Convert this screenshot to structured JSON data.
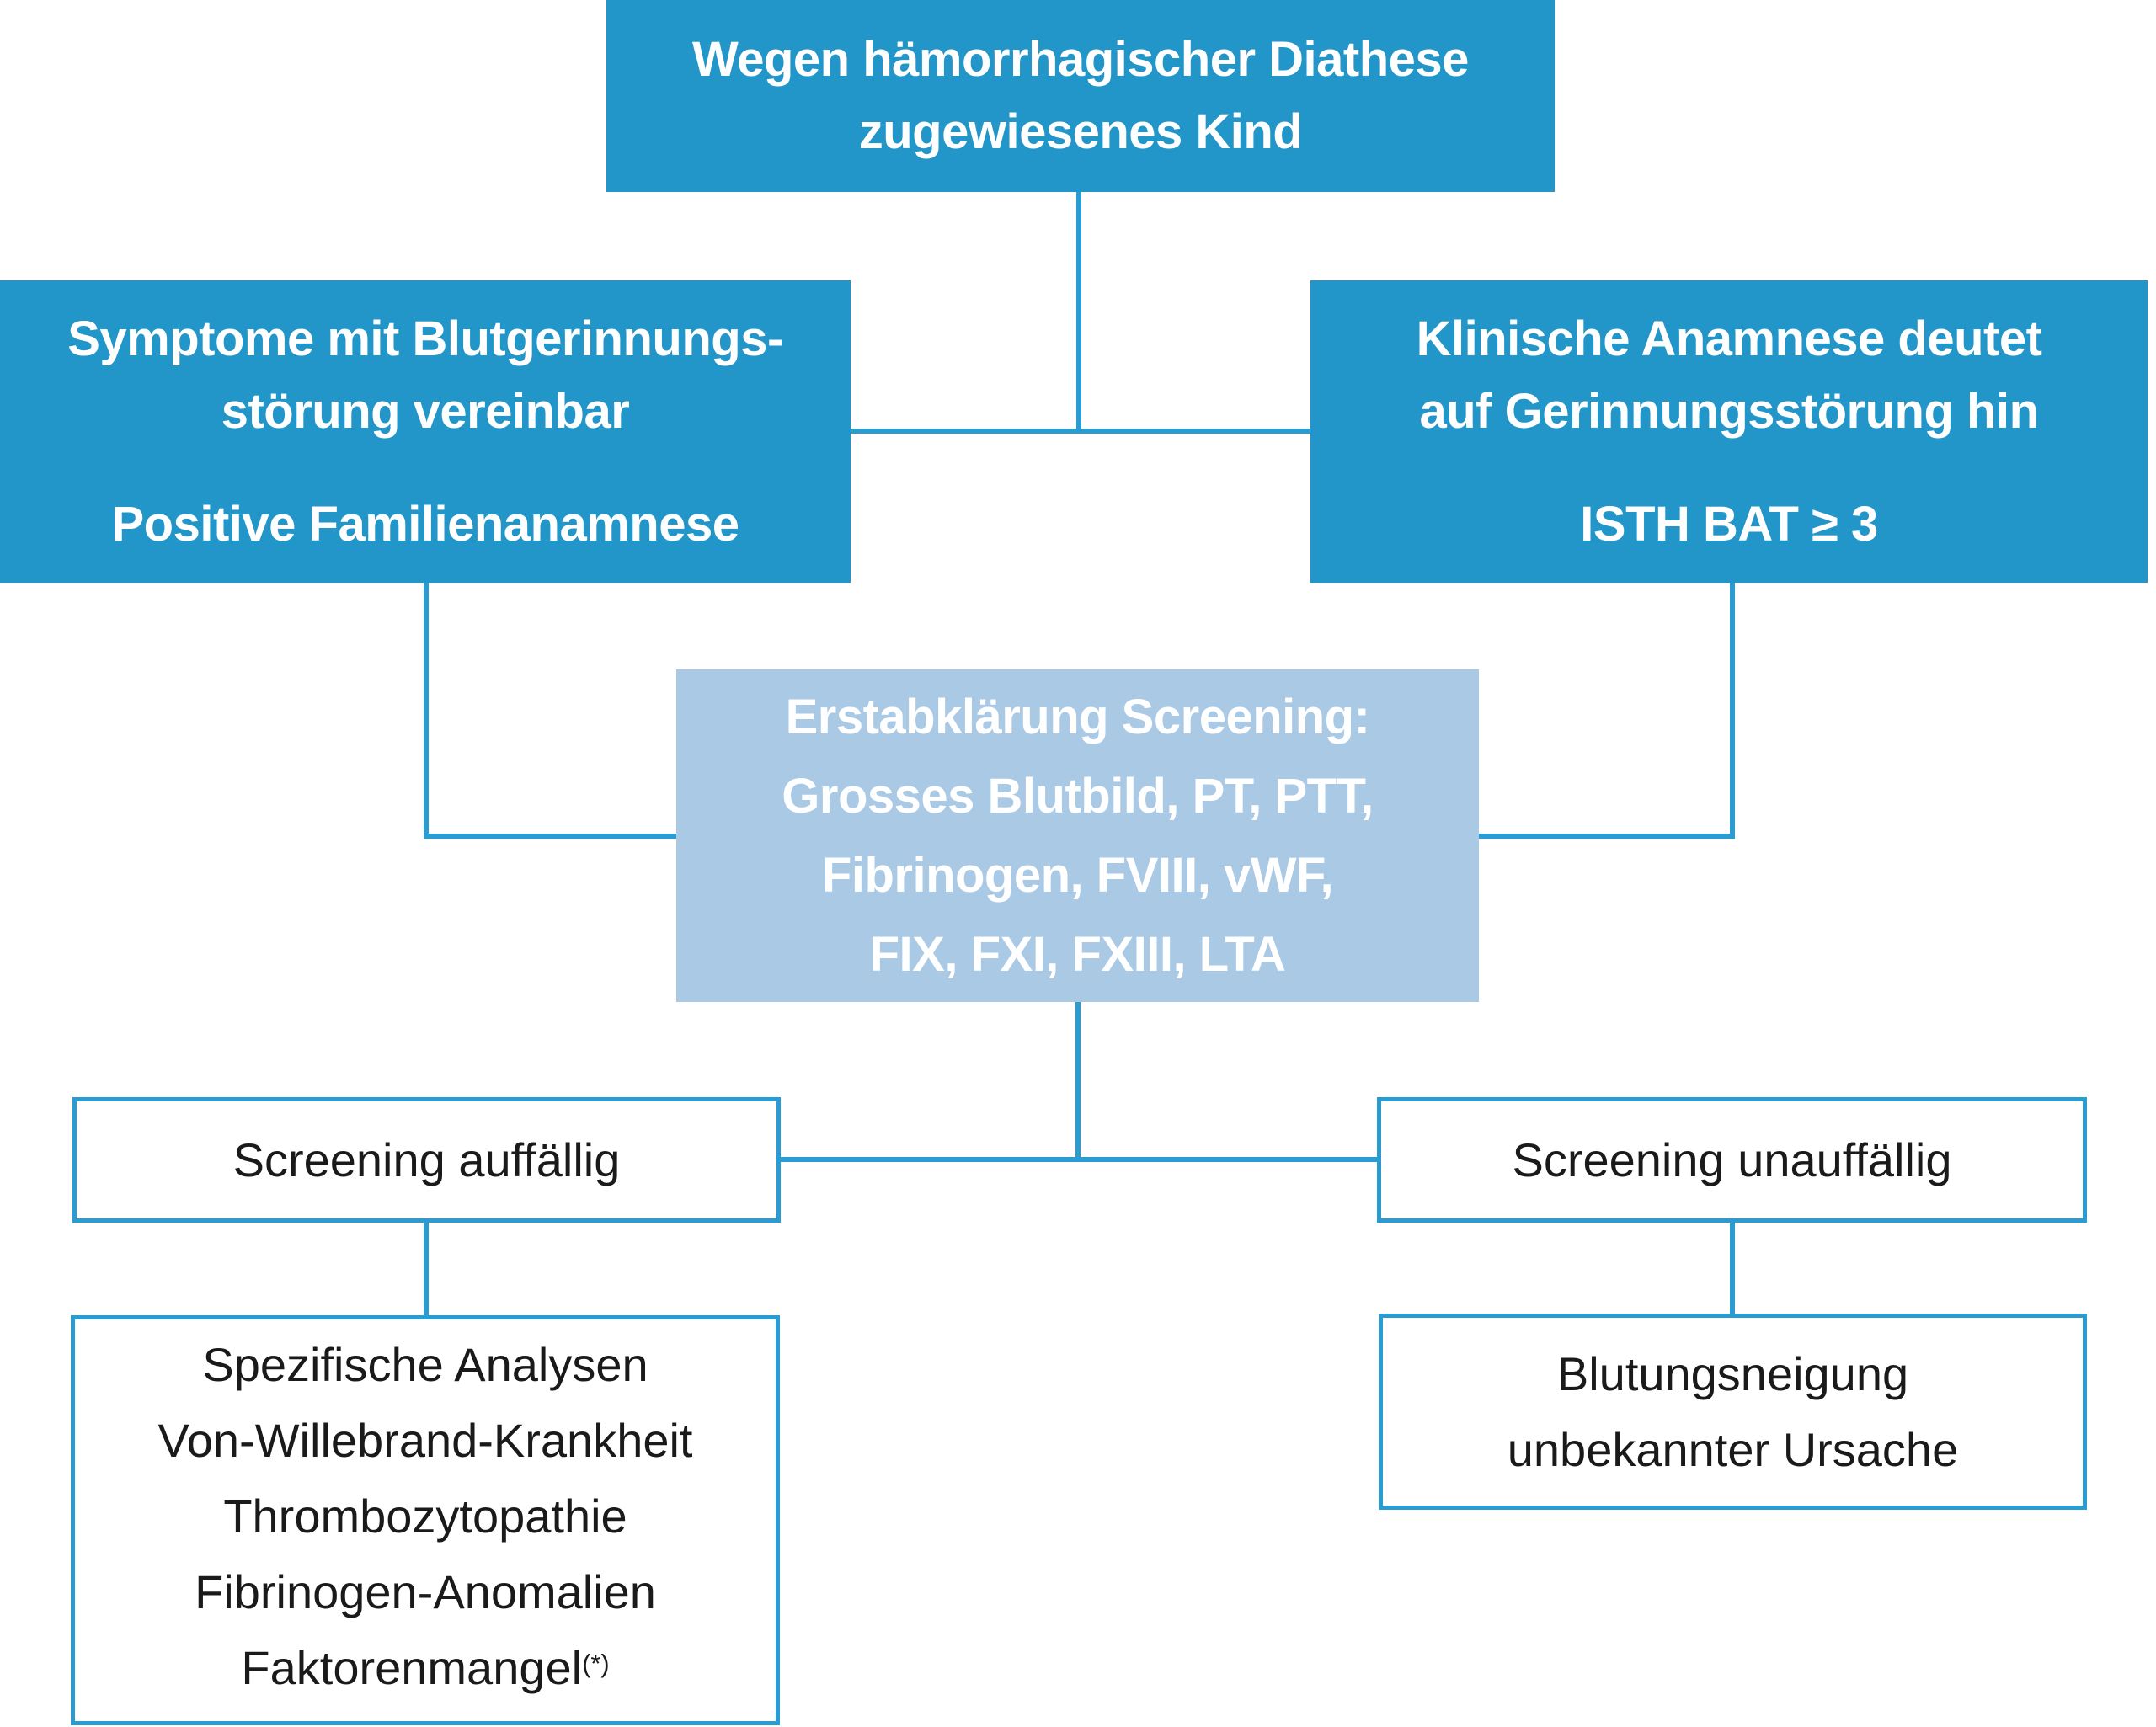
{
  "colors": {
    "box_blue": "#2296C9",
    "box_light_blue": "#A9C9E4",
    "line_blue": "#2B9CD1",
    "text_dark": "#1A1A1A",
    "text_white": "#FFFFFF"
  },
  "nodes": {
    "referral": {
      "lines": [
        "Wegen hämorrhagischer Diathese",
        "zugewiesenes Kind"
      ]
    },
    "symptoms": {
      "lines": [
        "Symptome mit Blutgerinnungs-",
        "störung vereinbar"
      ],
      "second": "Positive Familienanamnese"
    },
    "history": {
      "lines": [
        "Klinische Anamnese deutet",
        "auf Gerinnungsstörung hin"
      ],
      "second": "ISTH BAT ≥ 3"
    },
    "screening": {
      "lines": [
        "Erstabklärung Screening:",
        "Grosses Blutbild, PT, PTT,",
        "Fibrinogen, FVIII, vWF,",
        "FIX, FXI, FXIII, LTA"
      ]
    },
    "screening_abnormal": {
      "label": "Screening auffällig"
    },
    "screening_normal": {
      "label": "Screening unauffällig"
    },
    "specific_analyses": {
      "lines": [
        "Spezifische Analysen",
        "Von-Willebrand-Krankheit",
        "Thrombozytopathie",
        "Fibrinogen-Anomalien"
      ],
      "last_main": "Faktorenmangel",
      "last_sup": "(*)"
    },
    "unknown_cause": {
      "lines": [
        "Blutungsneigung",
        "unbekannter Ursache"
      ]
    }
  }
}
